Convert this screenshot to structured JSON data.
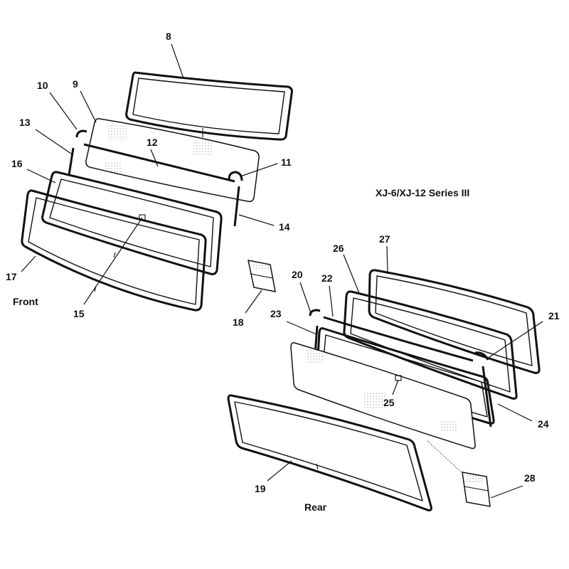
{
  "title": "XJ-6/XJ-12 Series III",
  "groups": {
    "front": "Front",
    "rear": "Rear"
  },
  "callouts": {
    "n8": "8",
    "n9": "9",
    "n10": "10",
    "n11": "11",
    "n12": "12",
    "n13": "13",
    "n14": "14",
    "n15": "15",
    "n16": "16",
    "n17": "17",
    "n18": "18",
    "n19": "19",
    "n20": "20",
    "n21": "21",
    "n22": "22",
    "n23": "23",
    "n24": "24",
    "n25": "25",
    "n26": "26",
    "n27": "27",
    "n28": "28"
  }
}
